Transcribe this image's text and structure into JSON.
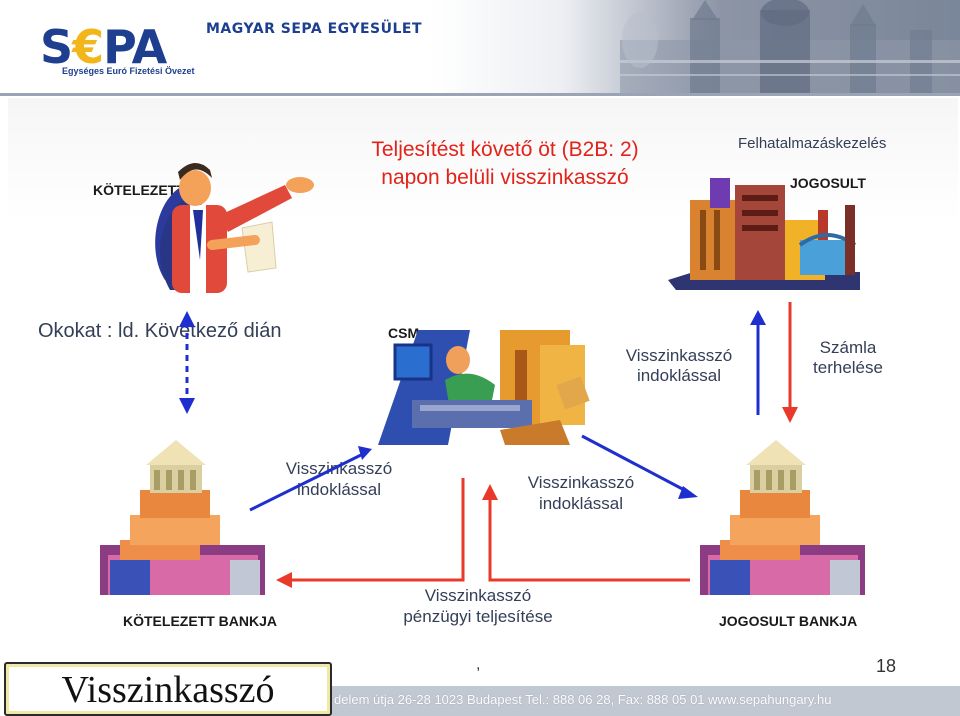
{
  "header": {
    "logo_main": "S€PA",
    "logo_sub": "Egységes Euró Fizetési Övezet",
    "title": "MAGYAR SEPA EGYESÜLET"
  },
  "slide": {
    "title_line1": "Teljesítést követő öt (B2B: 2)",
    "title_line2": "napon belüli visszinkasszó",
    "debtor_label": "KÖTELEZETT",
    "mandate_label": "Felhatalmazáskezelés",
    "creditor_label": "JOGOSULT",
    "reasons_note": "Okokat : ld. Következő dián",
    "csm_label": "CSM",
    "return_reason_top_1": "Visszinkasszó",
    "return_reason_top_2": "indoklással",
    "account_debit_1": "Számla",
    "account_debit_2": "terhelése",
    "left_reason_1": "Visszinkasszó",
    "left_reason_2": "indoklással",
    "right_reason_1": "Visszinkasszó",
    "right_reason_2": "indoklással",
    "debtor_bank": "KÖTELEZETT BANKJA",
    "creditor_bank": "JOGOSULT BANKJA",
    "settlement_1": "Visszinkasszó",
    "settlement_2": "pénzügyi teljesítése"
  },
  "footer": {
    "title": "Visszinkasszó",
    "address": "delem útja 26-28 1023 Budapest Tel.: 888 06 28, Fax: 888 05 01 www.sepahungary.hu",
    "comma": ",",
    "page_number": "18"
  },
  "colors": {
    "title_red": "#e2231a",
    "arrow_blue": "#1f2fcf",
    "arrow_red": "#e8392a",
    "brand_blue": "#1e3f8f",
    "euro_gold": "#f2b61b"
  }
}
